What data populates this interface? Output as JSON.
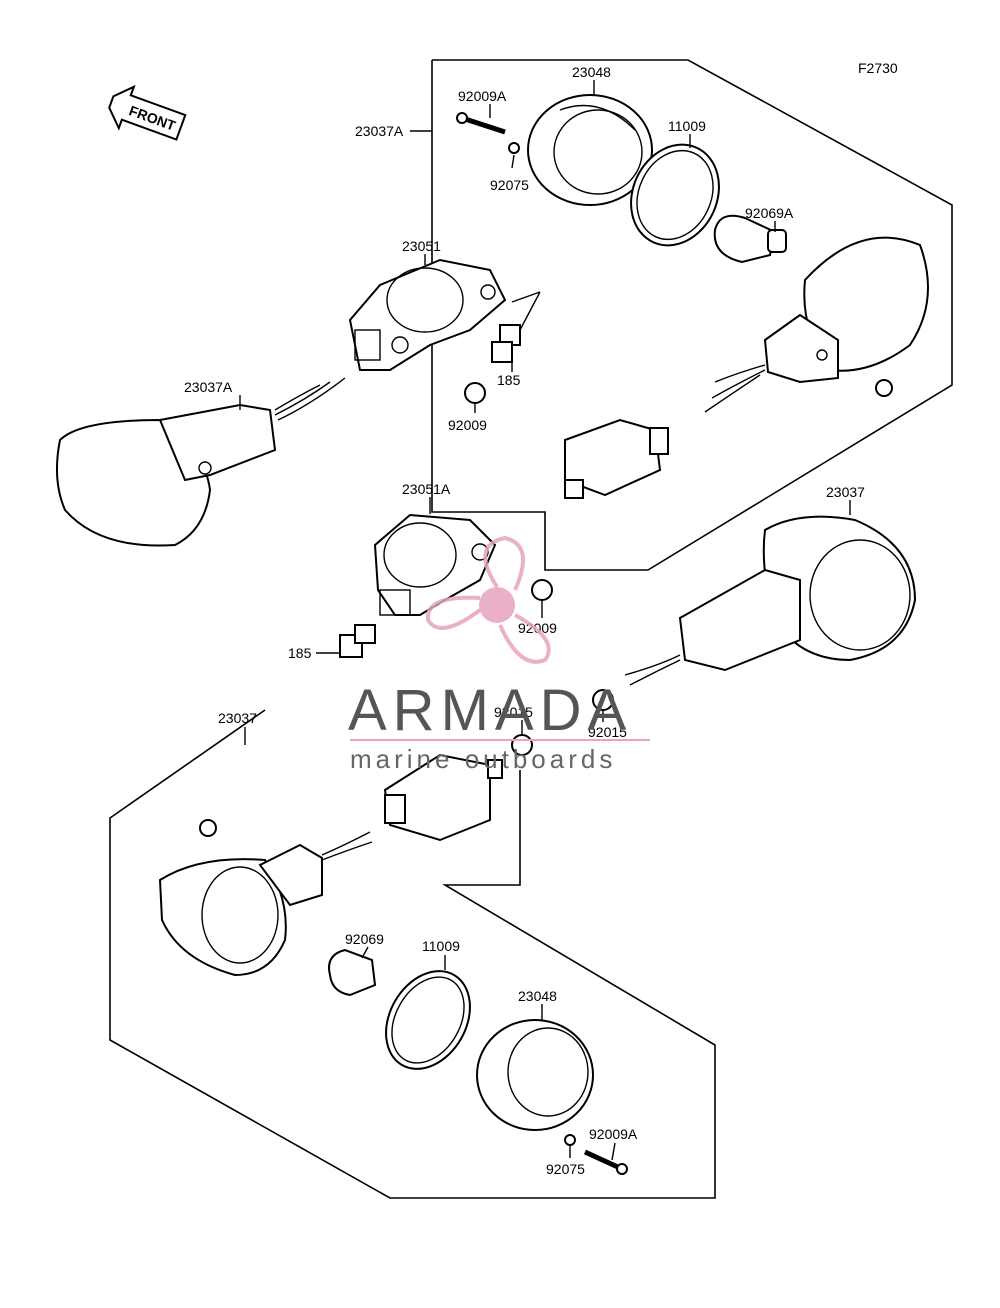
{
  "figure_code": "F2730",
  "front_arrow": {
    "label": "FRONT"
  },
  "labels": {
    "l_23048_top": "23048",
    "l_92009A_top": "92009A",
    "l_23037A_box": "23037A",
    "l_92075_top": "92075",
    "l_11009_top": "11009",
    "l_92069A": "92069A",
    "l_23051": "23051",
    "l_185_top": "185",
    "l_92009_top": "92009",
    "l_23037A_left": "23037A",
    "l_23051A": "23051A",
    "l_23037_right": "23037",
    "l_92009_mid": "92009",
    "l_185_mid": "185",
    "l_92015_mid": "92015",
    "l_92015_right": "92015",
    "l_23037_box": "23037",
    "l_92069": "92069",
    "l_11009_bottom": "11009",
    "l_23048_bottom": "23048",
    "l_92009A_bottom": "92009A",
    "l_92075_bottom": "92075"
  },
  "watermark": {
    "brand": "ARMADA",
    "tagline": "marine outboards",
    "logo_color": "#e8a3c0",
    "text_color": "#555555"
  }
}
